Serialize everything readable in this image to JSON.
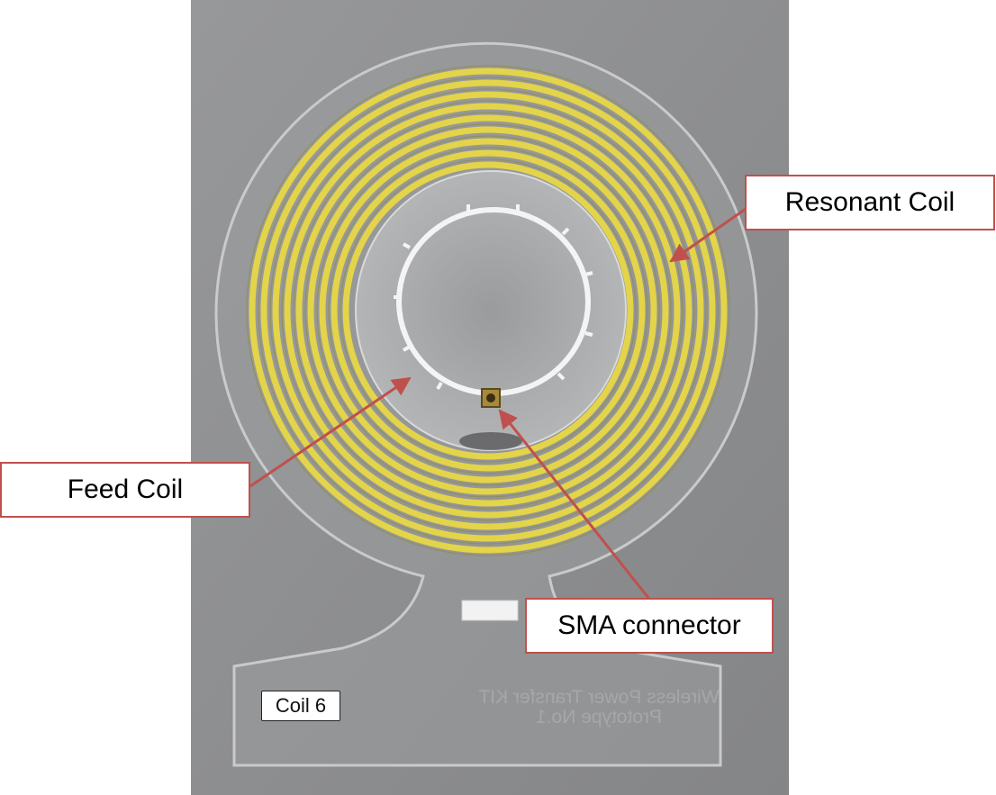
{
  "callouts": {
    "resonant_coil": "Resonant Coil",
    "feed_coil": "Feed Coil",
    "sma_connector": "SMA connector"
  },
  "board": {
    "coil_label": "Coil 6",
    "engraving_line1": "Wireless Power Transfer KIT",
    "engraving_line2": "Prototype No.1"
  },
  "colors": {
    "callout_border": "#c0504d",
    "arrow": "#c0504d",
    "coil_yellow": "#e3d44a",
    "background_gray": "#8e8f90"
  }
}
